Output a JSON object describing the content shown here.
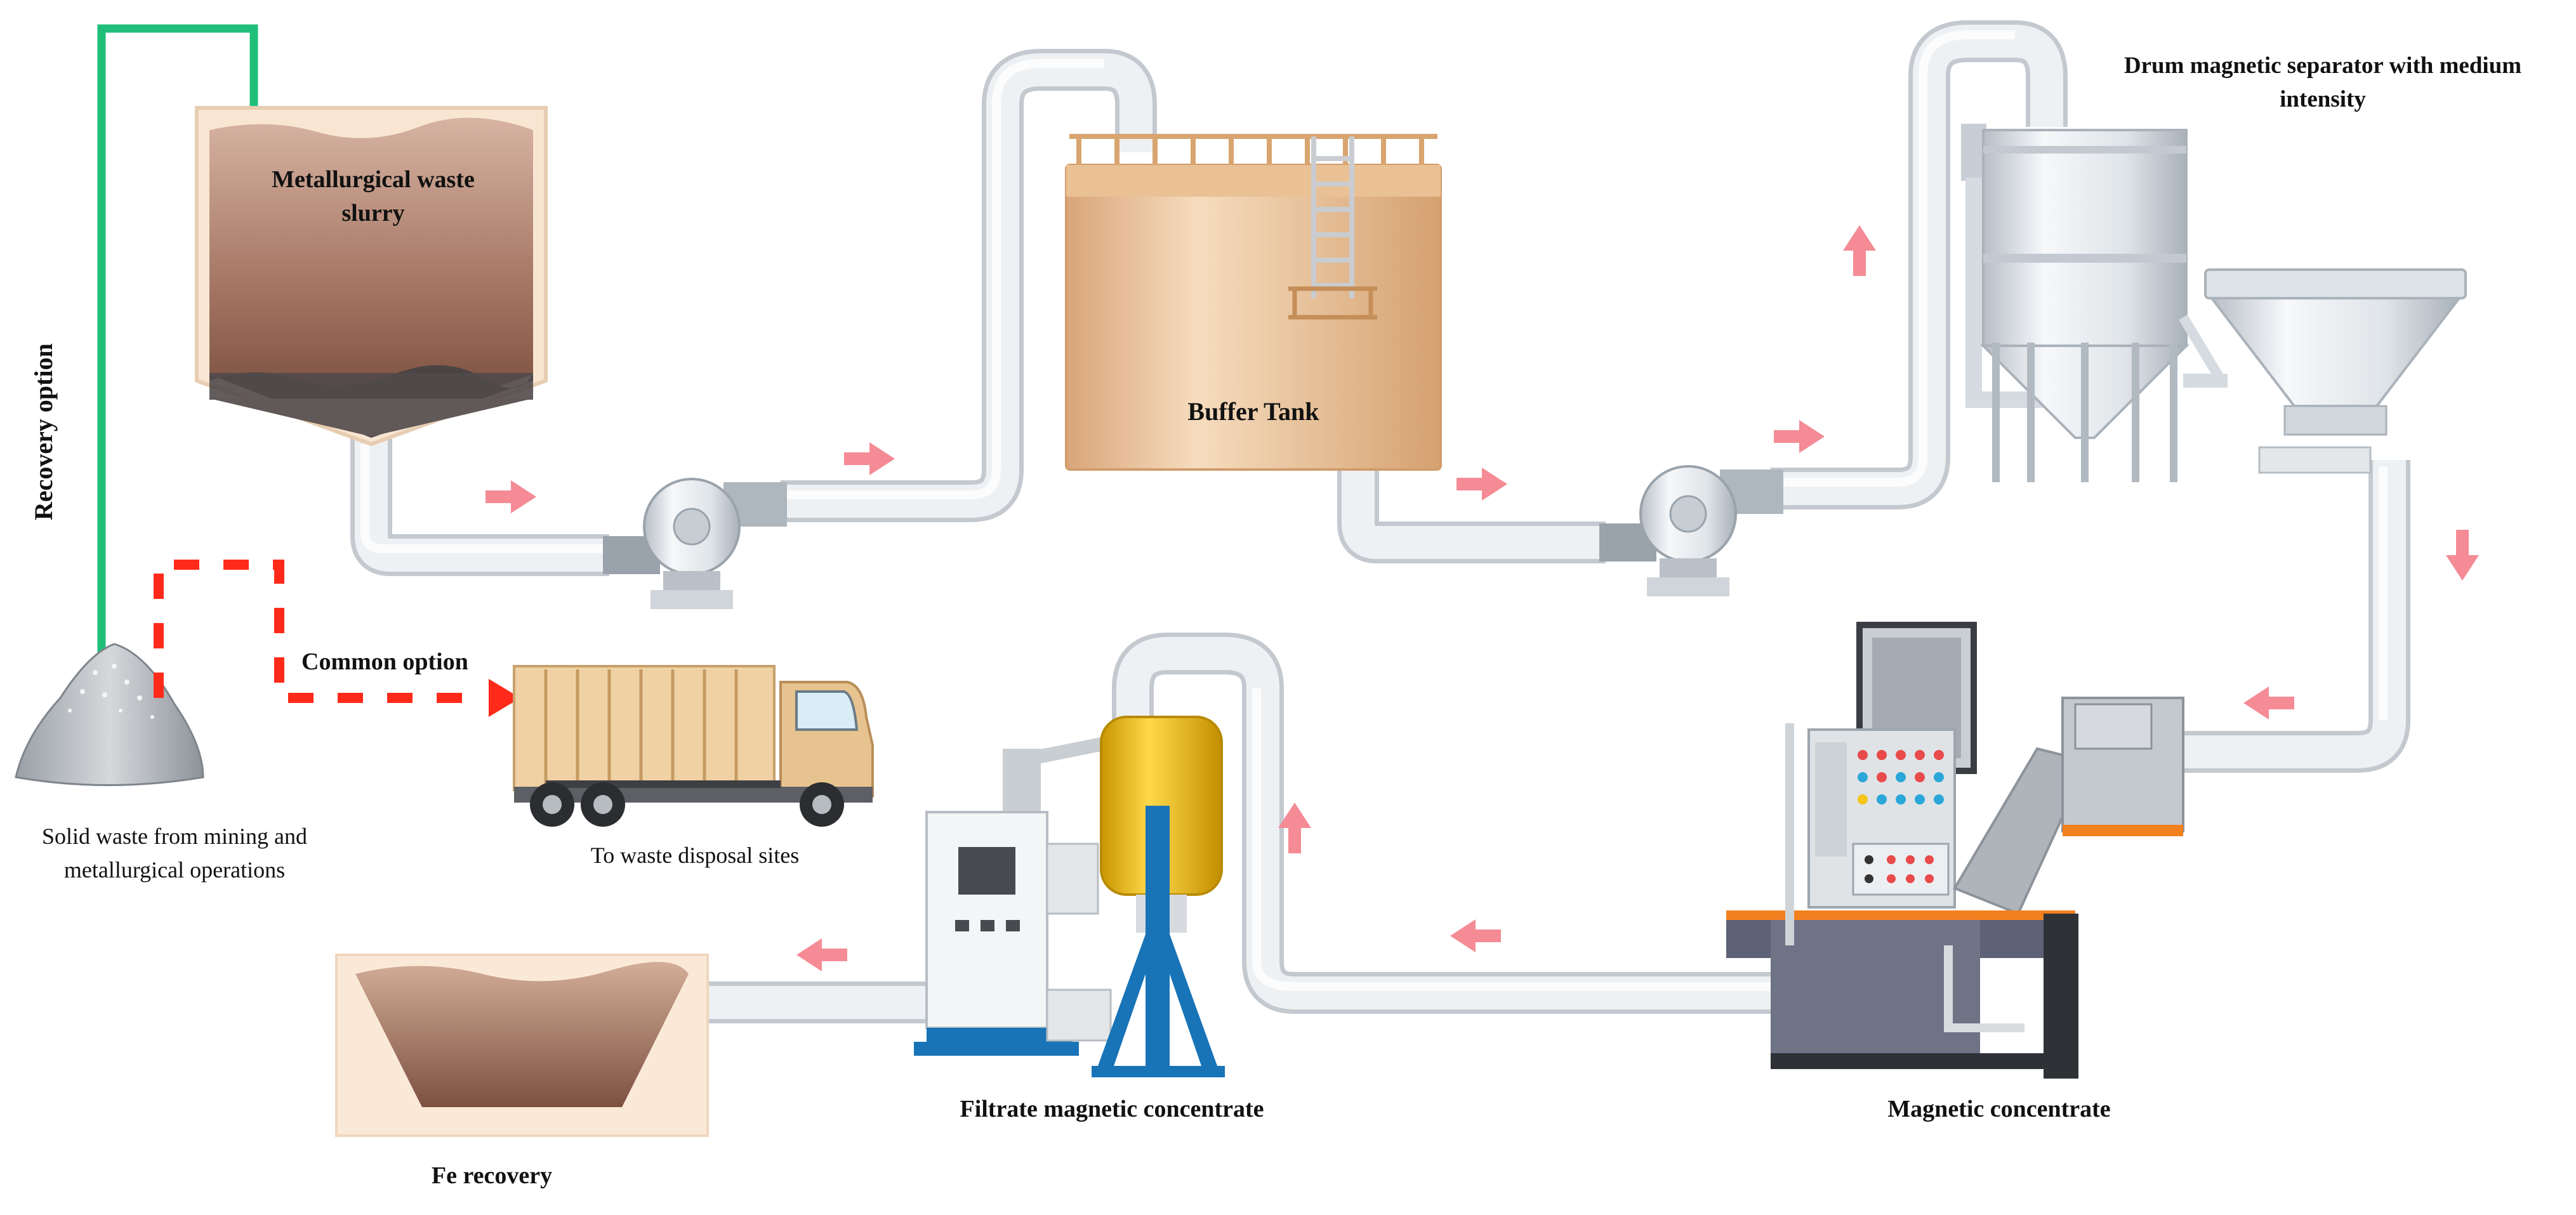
{
  "labels": {
    "slurry_line1": "Metallurgical waste",
    "slurry_line2": "slurry",
    "buffer_tank": "Buffer Tank",
    "drum_line1": "Drum magnetic separator with medium",
    "drum_line2": "intensity",
    "recovery_option": "Recovery option",
    "common_option": "Common option",
    "solid_waste_line1": "Solid waste from mining and",
    "solid_waste_line2": "metallurgical operations",
    "waste_disposal": "To waste disposal sites",
    "filtrate": "Filtrate magnetic concentrate",
    "magnetic_concentrate": "Magnetic concentrate",
    "fe_recovery": "Fe recovery"
  },
  "colors": {
    "recovery_line": "#1fbf7a",
    "common_line": "#ff2a1a",
    "flow_arrow": "#f48b95",
    "pipe": "#e8ecef",
    "pipe_edge": "#c3c9cf",
    "slurry": "#8a5d4c",
    "tank": "#e2b98c",
    "filter_vessel": "#e8b80b",
    "frame_blue": "#1873b7",
    "machine_body": "#6e7385",
    "accent_orange": "#f2801f"
  }
}
